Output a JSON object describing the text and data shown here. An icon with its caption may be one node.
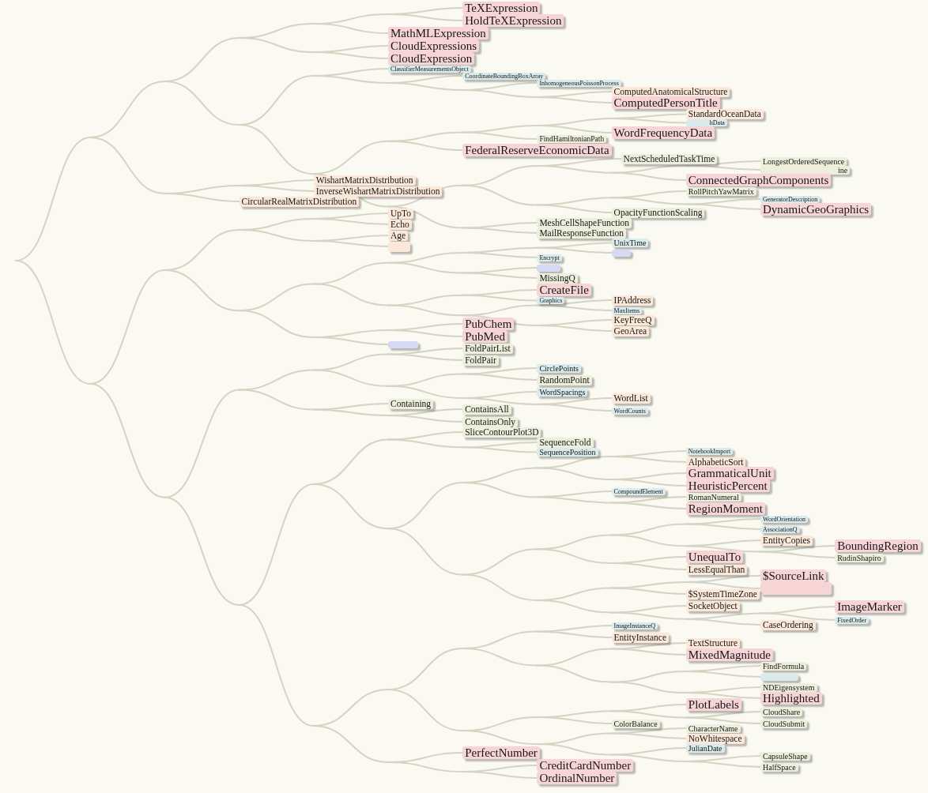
{
  "diagram": {
    "nodes": [
      {
        "text": [
          "TeXExpression"
        ]
      },
      {
        "text": [
          "HoldTeXExpression"
        ]
      },
      {
        "text": [
          "MathMLExpression"
        ]
      },
      {
        "text": [
          "CloudExpressions"
        ]
      },
      {
        "text": [
          "CloudExpression"
        ]
      },
      {
        "text": [
          "ClassifierMeasurementsObject"
        ]
      },
      {
        "text": [
          "CoordinateBoundingBoxArray"
        ]
      },
      {
        "text": [
          "InhomogeneousPoissonProcess"
        ]
      },
      {
        "text": [
          "ComputedAnatomicalStructure"
        ]
      },
      {
        "text": [
          "ComputedPersonTitle"
        ]
      },
      {
        "text": [
          "StandardOceanData"
        ]
      },
      {
        "text": [
          "hData"
        ]
      },
      {
        "text": [
          "WordFrequencyData"
        ]
      },
      {
        "text": [
          "FindHamiltonianPath"
        ]
      },
      {
        "text": [
          "FederalReserveEconomicData"
        ]
      },
      {
        "text": [
          "NextScheduledTaskTime"
        ]
      },
      {
        "text": [
          "LongestOrderedSequence"
        ]
      },
      {
        "text": [
          "ine"
        ]
      },
      {
        "text": [
          "ConnectedGraphComponents"
        ]
      },
      {
        "text": [
          "RollPitchYawMatrix"
        ]
      },
      {
        "text": [
          "GeneratorDescription"
        ]
      },
      {
        "text": [
          "DynamicGeoGraphics"
        ]
      },
      {
        "text": [
          "OpacityFunctionScaling"
        ]
      },
      {
        "text": [
          "MeshCellShapeFunction"
        ]
      },
      {
        "text": [
          "MailResponseFunction"
        ]
      },
      {
        "text": [
          "WishartMatrixDistribution"
        ]
      },
      {
        "text": [
          "InverseWishartMatrixDistribution"
        ]
      },
      {
        "text": [
          "CircularRealMatrixDistribution"
        ]
      },
      {
        "text": [
          "UpTo"
        ]
      },
      {
        "text": [
          "Echo"
        ]
      },
      {
        "text": [
          "Age"
        ]
      },
      {
        "text": [],
        "shape": "box"
      },
      {
        "text": [
          "UnixTime"
        ]
      },
      {
        "text": [],
        "shape": "box"
      },
      {
        "text": [
          "Encrypt"
        ]
      },
      {
        "text": [],
        "shape": "box"
      },
      {
        "text": [
          "MissingQ"
        ]
      },
      {
        "text": [
          "CreateFile"
        ]
      },
      {
        "text": [
          "Graphics"
        ]
      },
      {
        "text": [
          "IPAddress"
        ]
      },
      {
        "text": [
          "MaxItems"
        ]
      },
      {
        "text": [
          "KeyFreeQ"
        ]
      },
      {
        "text": [
          "GeoArea"
        ]
      },
      {
        "text": [
          "PubChem"
        ]
      },
      {
        "text": [
          "PubMed"
        ]
      },
      {
        "text": [],
        "shape": "box"
      },
      {
        "text": [
          "FoldPairList"
        ]
      },
      {
        "text": [
          "FoldPair"
        ]
      },
      {
        "text": [
          "CirclePoints"
        ]
      },
      {
        "text": [
          "RandomPoint"
        ]
      },
      {
        "text": [
          "WordSpacings"
        ]
      },
      {
        "text": [
          "WordList"
        ]
      },
      {
        "text": [
          "WordCounts"
        ]
      },
      {
        "text": [
          "Containing"
        ]
      },
      {
        "text": [
          "ContainsAll"
        ]
      },
      {
        "text": [
          "ContainsOnly"
        ]
      },
      {
        "text": [
          "SliceContourPlot3D"
        ]
      },
      {
        "text": [
          "SequenceFold"
        ]
      },
      {
        "text": [
          "SequencePosition"
        ]
      },
      {
        "text": [
          "NotebookImport"
        ]
      },
      {
        "text": [
          "AlphabeticSort"
        ]
      },
      {
        "text": [
          "GrammaticalUnit"
        ]
      },
      {
        "text": [
          "HeuristicPercent"
        ]
      },
      {
        "text": [
          "CompoundElement"
        ]
      },
      {
        "text": [
          "RomanNumeral"
        ]
      },
      {
        "text": [
          "RegionMoment"
        ]
      },
      {
        "text": [
          "WordOrientation"
        ]
      },
      {
        "text": [
          "AssociationQ"
        ]
      },
      {
        "text": [
          "EntityCopies"
        ]
      },
      {
        "text": [
          "BoundingRegion"
        ]
      },
      {
        "text": [
          "RudinShapiro"
        ]
      },
      {
        "text": [
          "UnequalTo"
        ]
      },
      {
        "text": [
          "LessEqualThan"
        ]
      },
      {
        "text": [
          "$SourceLink"
        ]
      },
      {
        "text": [],
        "shape": "box"
      },
      {
        "text": [
          "$SystemTimeZone"
        ]
      },
      {
        "text": [
          "SocketObject"
        ]
      },
      {
        "text": [
          "ImageMarker"
        ]
      },
      {
        "text": [
          "FixedOrder"
        ]
      },
      {
        "text": [
          "CaseOrdering"
        ]
      },
      {
        "text": [
          "ImageInstanceQ"
        ]
      },
      {
        "text": [
          "EntityInstance"
        ]
      },
      {
        "text": [
          "TextStructure"
        ]
      },
      {
        "text": [
          "MixedMagnitude"
        ]
      },
      {
        "text": [
          "FindFormula"
        ]
      },
      {
        "text": [],
        "shape": "box"
      },
      {
        "text": [
          "NDEigensystem"
        ]
      },
      {
        "text": [
          "Highlighted"
        ]
      },
      {
        "text": [
          "PlotLabels"
        ]
      },
      {
        "text": [
          "CloudShare"
        ]
      },
      {
        "text": [
          "CloudSubmit"
        ]
      },
      {
        "text": [
          "ColorBalance"
        ]
      },
      {
        "text": [
          "CharacterName"
        ]
      },
      {
        "text": [
          "NoWhitespace"
        ]
      },
      {
        "text": [
          "JulianDate"
        ]
      },
      {
        "text": [
          "CapsuleShape"
        ]
      },
      {
        "text": [
          "HalfSpace"
        ]
      },
      {
        "text": [
          "PerfectNumber"
        ]
      },
      {
        "text": [
          "CreditCardNumber"
        ]
      },
      {
        "text": [
          "OrdinalNumber"
        ]
      }
    ],
    "edges": [
      {
        "from": null,
        "to": 0,
        "arrow": "none"
      },
      {
        "from": null,
        "to": 1,
        "arrow": "none"
      },
      {
        "from": null,
        "to": 2,
        "arrow": "none"
      },
      {
        "from": null,
        "to": 3,
        "arrow": "none"
      },
      {
        "from": null,
        "to": 4,
        "arrow": "none"
      },
      {
        "from": null,
        "to": 5,
        "arrow": "none"
      },
      {
        "from": null,
        "to": 6,
        "arrow": "none"
      },
      {
        "from": null,
        "to": 7,
        "arrow": "none"
      },
      {
        "from": null,
        "to": 8,
        "arrow": "none"
      },
      {
        "from": null,
        "to": 9,
        "arrow": "none"
      },
      {
        "from": null,
        "to": 10,
        "arrow": "none"
      },
      {
        "from": null,
        "to": 11,
        "arrow": "none"
      },
      {
        "from": null,
        "to": 12,
        "arrow": "none"
      },
      {
        "from": null,
        "to": 13,
        "arrow": "none"
      },
      {
        "from": null,
        "to": 14,
        "arrow": "none"
      },
      {
        "from": null,
        "to": 15,
        "arrow": "none"
      },
      {
        "from": null,
        "to": 16,
        "arrow": "none"
      },
      {
        "from": null,
        "to": 17,
        "arrow": "none"
      },
      {
        "from": null,
        "to": 18,
        "arrow": "none"
      },
      {
        "from": null,
        "to": 19,
        "arrow": "none"
      },
      {
        "from": null,
        "to": 20,
        "arrow": "none"
      },
      {
        "from": null,
        "to": 21,
        "arrow": "none"
      },
      {
        "from": null,
        "to": 22,
        "arrow": "none"
      },
      {
        "from": null,
        "to": 23,
        "arrow": "none"
      },
      {
        "from": null,
        "to": 24,
        "arrow": "none"
      },
      {
        "from": null,
        "to": 25,
        "arrow": "none"
      },
      {
        "from": null,
        "to": 26,
        "arrow": "none"
      },
      {
        "from": null,
        "to": 27,
        "arrow": "none"
      },
      {
        "from": null,
        "to": 28,
        "arrow": "none"
      },
      {
        "from": null,
        "to": 29,
        "arrow": "none"
      },
      {
        "from": null,
        "to": 30,
        "arrow": "none"
      },
      {
        "from": null,
        "to": 31,
        "arrow": "none"
      },
      {
        "from": null,
        "to": 32,
        "arrow": "none"
      },
      {
        "from": null,
        "to": 33,
        "arrow": "none"
      },
      {
        "from": null,
        "to": 34,
        "arrow": "none"
      },
      {
        "from": null,
        "to": 35,
        "arrow": "none"
      },
      {
        "from": null,
        "to": 36,
        "arrow": "none"
      },
      {
        "from": null,
        "to": 37,
        "arrow": "none"
      },
      {
        "from": null,
        "to": 38,
        "arrow": "none"
      },
      {
        "from": null,
        "to": 39,
        "arrow": "none"
      },
      {
        "from": null,
        "to": 40,
        "arrow": "none"
      },
      {
        "from": null,
        "to": 41,
        "arrow": "none"
      },
      {
        "from": null,
        "to": 42,
        "arrow": "none"
      },
      {
        "from": null,
        "to": 43,
        "arrow": "none"
      },
      {
        "from": null,
        "to": 44,
        "arrow": "none"
      },
      {
        "from": null,
        "to": 45,
        "arrow": "none"
      },
      {
        "from": null,
        "to": 46,
        "arrow": "none"
      },
      {
        "from": null,
        "to": 47,
        "arrow": "none"
      },
      {
        "from": null,
        "to": 48,
        "arrow": "none"
      },
      {
        "from": null,
        "to": 49,
        "arrow": "none"
      },
      {
        "from": null,
        "to": 50,
        "arrow": "none"
      },
      {
        "from": null,
        "to": 51,
        "arrow": "none"
      },
      {
        "from": null,
        "to": 52,
        "arrow": "none"
      },
      {
        "from": null,
        "to": 53,
        "arrow": "none"
      },
      {
        "from": null,
        "to": 54,
        "arrow": "none"
      },
      {
        "from": null,
        "to": 55,
        "arrow": "none"
      },
      {
        "from": null,
        "to": 56,
        "arrow": "none"
      },
      {
        "from": null,
        "to": 57,
        "arrow": "none"
      },
      {
        "from": null,
        "to": 58,
        "arrow": "none"
      },
      {
        "from": null,
        "to": 59,
        "arrow": "none"
      },
      {
        "from": null,
        "to": 60,
        "arrow": "none"
      },
      {
        "from": null,
        "to": 61,
        "arrow": "none"
      },
      {
        "from": null,
        "to": 62,
        "arrow": "none"
      },
      {
        "from": null,
        "to": 63,
        "arrow": "none"
      },
      {
        "from": null,
        "to": 64,
        "arrow": "none"
      },
      {
        "from": null,
        "to": 65,
        "arrow": "none"
      },
      {
        "from": null,
        "to": 66,
        "arrow": "none"
      },
      {
        "from": null,
        "to": 67,
        "arrow": "none"
      },
      {
        "from": null,
        "to": 68,
        "arrow": "none"
      },
      {
        "from": null,
        "to": 69,
        "arrow": "none"
      },
      {
        "from": null,
        "to": 70,
        "arrow": "none"
      },
      {
        "from": null,
        "to": 71,
        "arrow": "none"
      },
      {
        "from": null,
        "to": 72,
        "arrow": "none"
      },
      {
        "from": null,
        "to": 73,
        "arrow": "none"
      },
      {
        "from": null,
        "to": 74,
        "arrow": "none"
      },
      {
        "from": null,
        "to": 75,
        "arrow": "none"
      },
      {
        "from": null,
        "to": 76,
        "arrow": "none"
      },
      {
        "from": null,
        "to": 77,
        "arrow": "none"
      },
      {
        "from": null,
        "to": 78,
        "arrow": "none"
      },
      {
        "from": null,
        "to": 79,
        "arrow": "none"
      },
      {
        "from": null,
        "to": 80,
        "arrow": "none"
      },
      {
        "from": null,
        "to": 81,
        "arrow": "none"
      },
      {
        "from": null,
        "to": 82,
        "arrow": "none"
      },
      {
        "from": null,
        "to": 83,
        "arrow": "none"
      },
      {
        "from": null,
        "to": 84,
        "arrow": "none"
      },
      {
        "from": null,
        "to": 85,
        "arrow": "none"
      },
      {
        "from": null,
        "to": 86,
        "arrow": "none"
      },
      {
        "from": null,
        "to": 87,
        "arrow": "none"
      },
      {
        "from": null,
        "to": 88,
        "arrow": "none"
      },
      {
        "from": null,
        "to": 89,
        "arrow": "none"
      },
      {
        "from": null,
        "to": 90,
        "arrow": "none"
      },
      {
        "from": null,
        "to": 91,
        "arrow": "none"
      },
      {
        "from": null,
        "to": 92,
        "arrow": "none"
      },
      {
        "from": null,
        "to": 93,
        "arrow": "none"
      },
      {
        "from": null,
        "to": 94,
        "arrow": "none"
      },
      {
        "from": null,
        "to": 95,
        "arrow": "none"
      },
      {
        "from": null,
        "to": 96,
        "arrow": "none"
      },
      {
        "from": null,
        "to": 97,
        "arrow": "none"
      },
      {
        "from": null,
        "to": 98,
        "arrow": "none"
      },
      {
        "from": null,
        "to": 99,
        "arrow": "none"
      }
    ]
  }
}
